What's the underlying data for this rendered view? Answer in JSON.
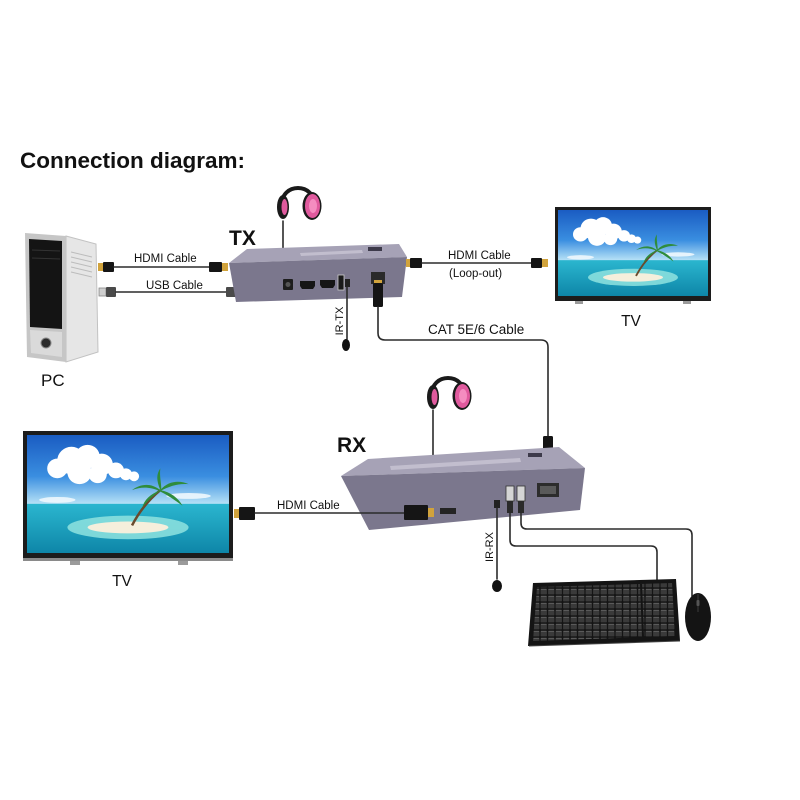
{
  "title": "Connection diagram:",
  "pc": {
    "label": "PC",
    "icon": "desktop-tower-icon"
  },
  "tx": {
    "label": "TX",
    "headphones_icon": "headphones-icon",
    "ir_label": "IR-TX"
  },
  "rx": {
    "label": "RX",
    "headphones_icon": "headphones-icon",
    "ir_label": "IR-RX"
  },
  "displays": {
    "loop_out_tv": {
      "label": "TV",
      "icon": "tv-icon"
    },
    "remote_tv": {
      "label": "TV",
      "icon": "tv-icon"
    }
  },
  "peripherals": {
    "keyboard_icon": "keyboard-icon",
    "mouse_icon": "mouse-icon"
  },
  "cables": {
    "pc_hdmi": {
      "label": "HDMI Cable"
    },
    "pc_usb": {
      "label": "USB Cable"
    },
    "loop_out_hdmi": {
      "label": "HDMI Cable",
      "note": "(Loop-out)"
    },
    "cat": {
      "label": "CAT 5E/6 Cable"
    },
    "rx_hdmi": {
      "label": "HDMI Cable"
    }
  },
  "colors": {
    "text": "#111111",
    "cable": "#2b2b2b",
    "device_top": "#a6a2b6",
    "device_front": "#7b778d",
    "connector_gold": "#d1a33c",
    "headphone_accent": "#e05a9e"
  }
}
